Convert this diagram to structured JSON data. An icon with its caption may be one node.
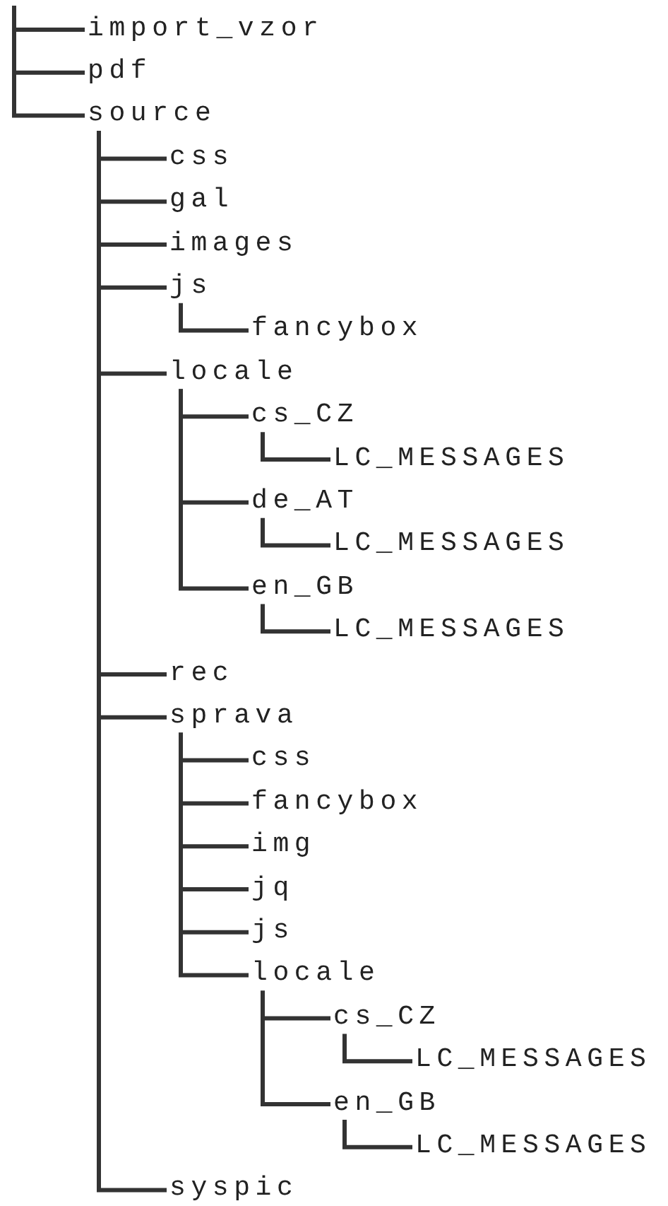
{
  "diagram": {
    "nodes": [
      {
        "text": [
          "import_vzor"
        ]
      },
      {
        "text": [
          "pdf"
        ]
      },
      {
        "text": [
          "source"
        ]
      },
      {
        "text": [
          "css"
        ]
      },
      {
        "text": [
          "gal"
        ]
      },
      {
        "text": [
          "images"
        ]
      },
      {
        "text": [
          "js"
        ]
      },
      {
        "text": [
          "fancybox"
        ]
      },
      {
        "text": [
          "locale"
        ]
      },
      {
        "text": [
          "cs_CZ"
        ]
      },
      {
        "text": [
          "LC_MESSAGES"
        ]
      },
      {
        "text": [
          "de_AT"
        ]
      },
      {
        "text": [
          "LC_MESSAGES"
        ]
      },
      {
        "text": [
          "en_GB"
        ]
      },
      {
        "text": [
          "LC_MESSAGES"
        ]
      },
      {
        "text": [
          "rec"
        ]
      },
      {
        "text": [
          "sprava"
        ]
      },
      {
        "text": [
          "css"
        ]
      },
      {
        "text": [
          "fancybox"
        ]
      },
      {
        "text": [
          "img"
        ]
      },
      {
        "text": [
          "jq"
        ]
      },
      {
        "text": [
          "js"
        ]
      },
      {
        "text": [
          "locale"
        ]
      },
      {
        "text": [
          "cs_CZ"
        ]
      },
      {
        "text": [
          "LC_MESSAGES"
        ]
      },
      {
        "text": [
          "en_GB"
        ]
      },
      {
        "text": [
          "LC_MESSAGES"
        ]
      },
      {
        "text": [
          "syspic"
        ]
      }
    ],
    "edges": [
      {
        "from": null,
        "to": 0,
        "arrow": "none"
      },
      {
        "from": null,
        "to": 1,
        "arrow": "none"
      },
      {
        "from": null,
        "to": 2,
        "arrow": "none"
      },
      {
        "from": 2,
        "to": 3,
        "arrow": "none"
      },
      {
        "from": 2,
        "to": 4,
        "arrow": "none"
      },
      {
        "from": 2,
        "to": 5,
        "arrow": "none"
      },
      {
        "from": 2,
        "to": 6,
        "arrow": "none"
      },
      {
        "from": 6,
        "to": 7,
        "arrow": "none"
      },
      {
        "from": 2,
        "to": 8,
        "arrow": "none"
      },
      {
        "from": 8,
        "to": 9,
        "arrow": "none"
      },
      {
        "from": 9,
        "to": 10,
        "arrow": "none"
      },
      {
        "from": 8,
        "to": 11,
        "arrow": "none"
      },
      {
        "from": 11,
        "to": 12,
        "arrow": "none"
      },
      {
        "from": 8,
        "to": 13,
        "arrow": "none"
      },
      {
        "from": 13,
        "to": 14,
        "arrow": "none"
      },
      {
        "from": 2,
        "to": 15,
        "arrow": "none"
      },
      {
        "from": 2,
        "to": 16,
        "arrow": "none"
      },
      {
        "from": 16,
        "to": 17,
        "arrow": "none"
      },
      {
        "from": 16,
        "to": 18,
        "arrow": "none"
      },
      {
        "from": 16,
        "to": 19,
        "arrow": "none"
      },
      {
        "from": 16,
        "to": 20,
        "arrow": "none"
      },
      {
        "from": 16,
        "to": 21,
        "arrow": "none"
      },
      {
        "from": 16,
        "to": 22,
        "arrow": "none"
      },
      {
        "from": 22,
        "to": 23,
        "arrow": "none"
      },
      {
        "from": 23,
        "to": 24,
        "arrow": "none"
      },
      {
        "from": 22,
        "to": 25,
        "arrow": "none"
      },
      {
        "from": 25,
        "to": 26,
        "arrow": "none"
      },
      {
        "from": 2,
        "to": 27,
        "arrow": "none"
      }
    ]
  }
}
